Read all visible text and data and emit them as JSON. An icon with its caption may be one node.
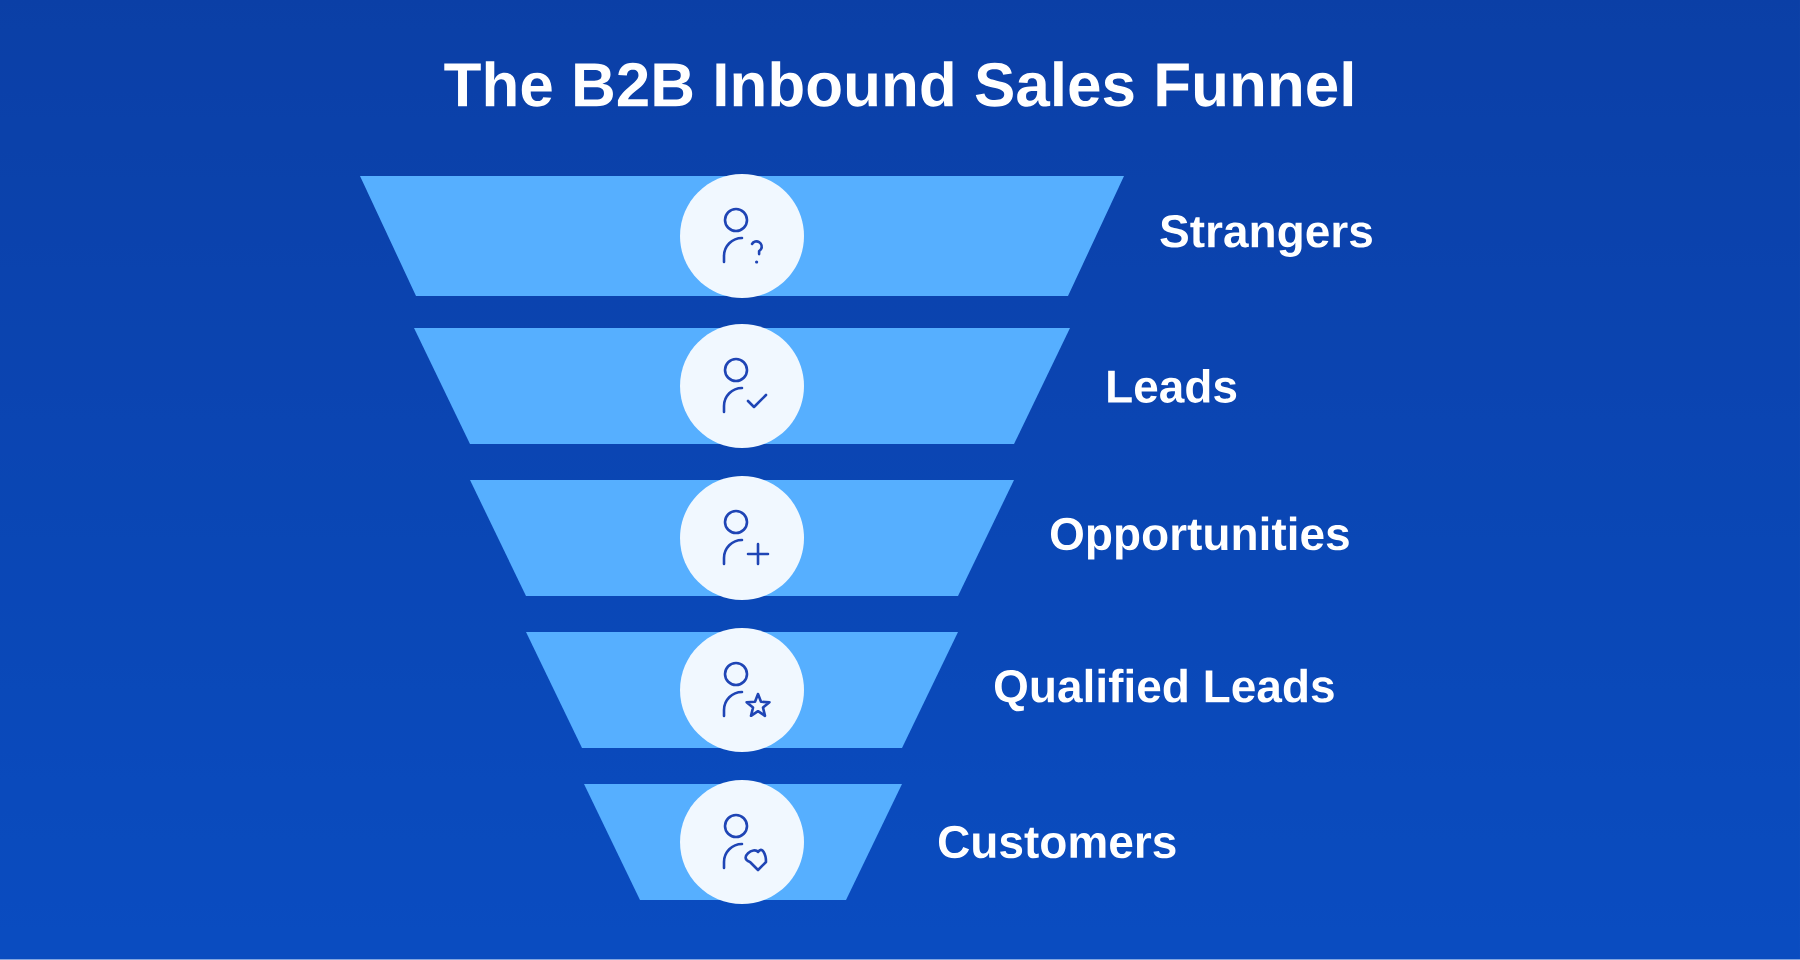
{
  "diagram": {
    "title": "The B2B Inbound Sales Funnel",
    "nodes": [
      {
        "text": [
          "Strangers"
        ]
      },
      {
        "text": [
          "Leads"
        ]
      },
      {
        "text": [
          "Opportunities"
        ]
      },
      {
        "text": [
          "Qualified Leads"
        ]
      },
      {
        "text": [
          "Customers"
        ]
      }
    ]
  }
}
